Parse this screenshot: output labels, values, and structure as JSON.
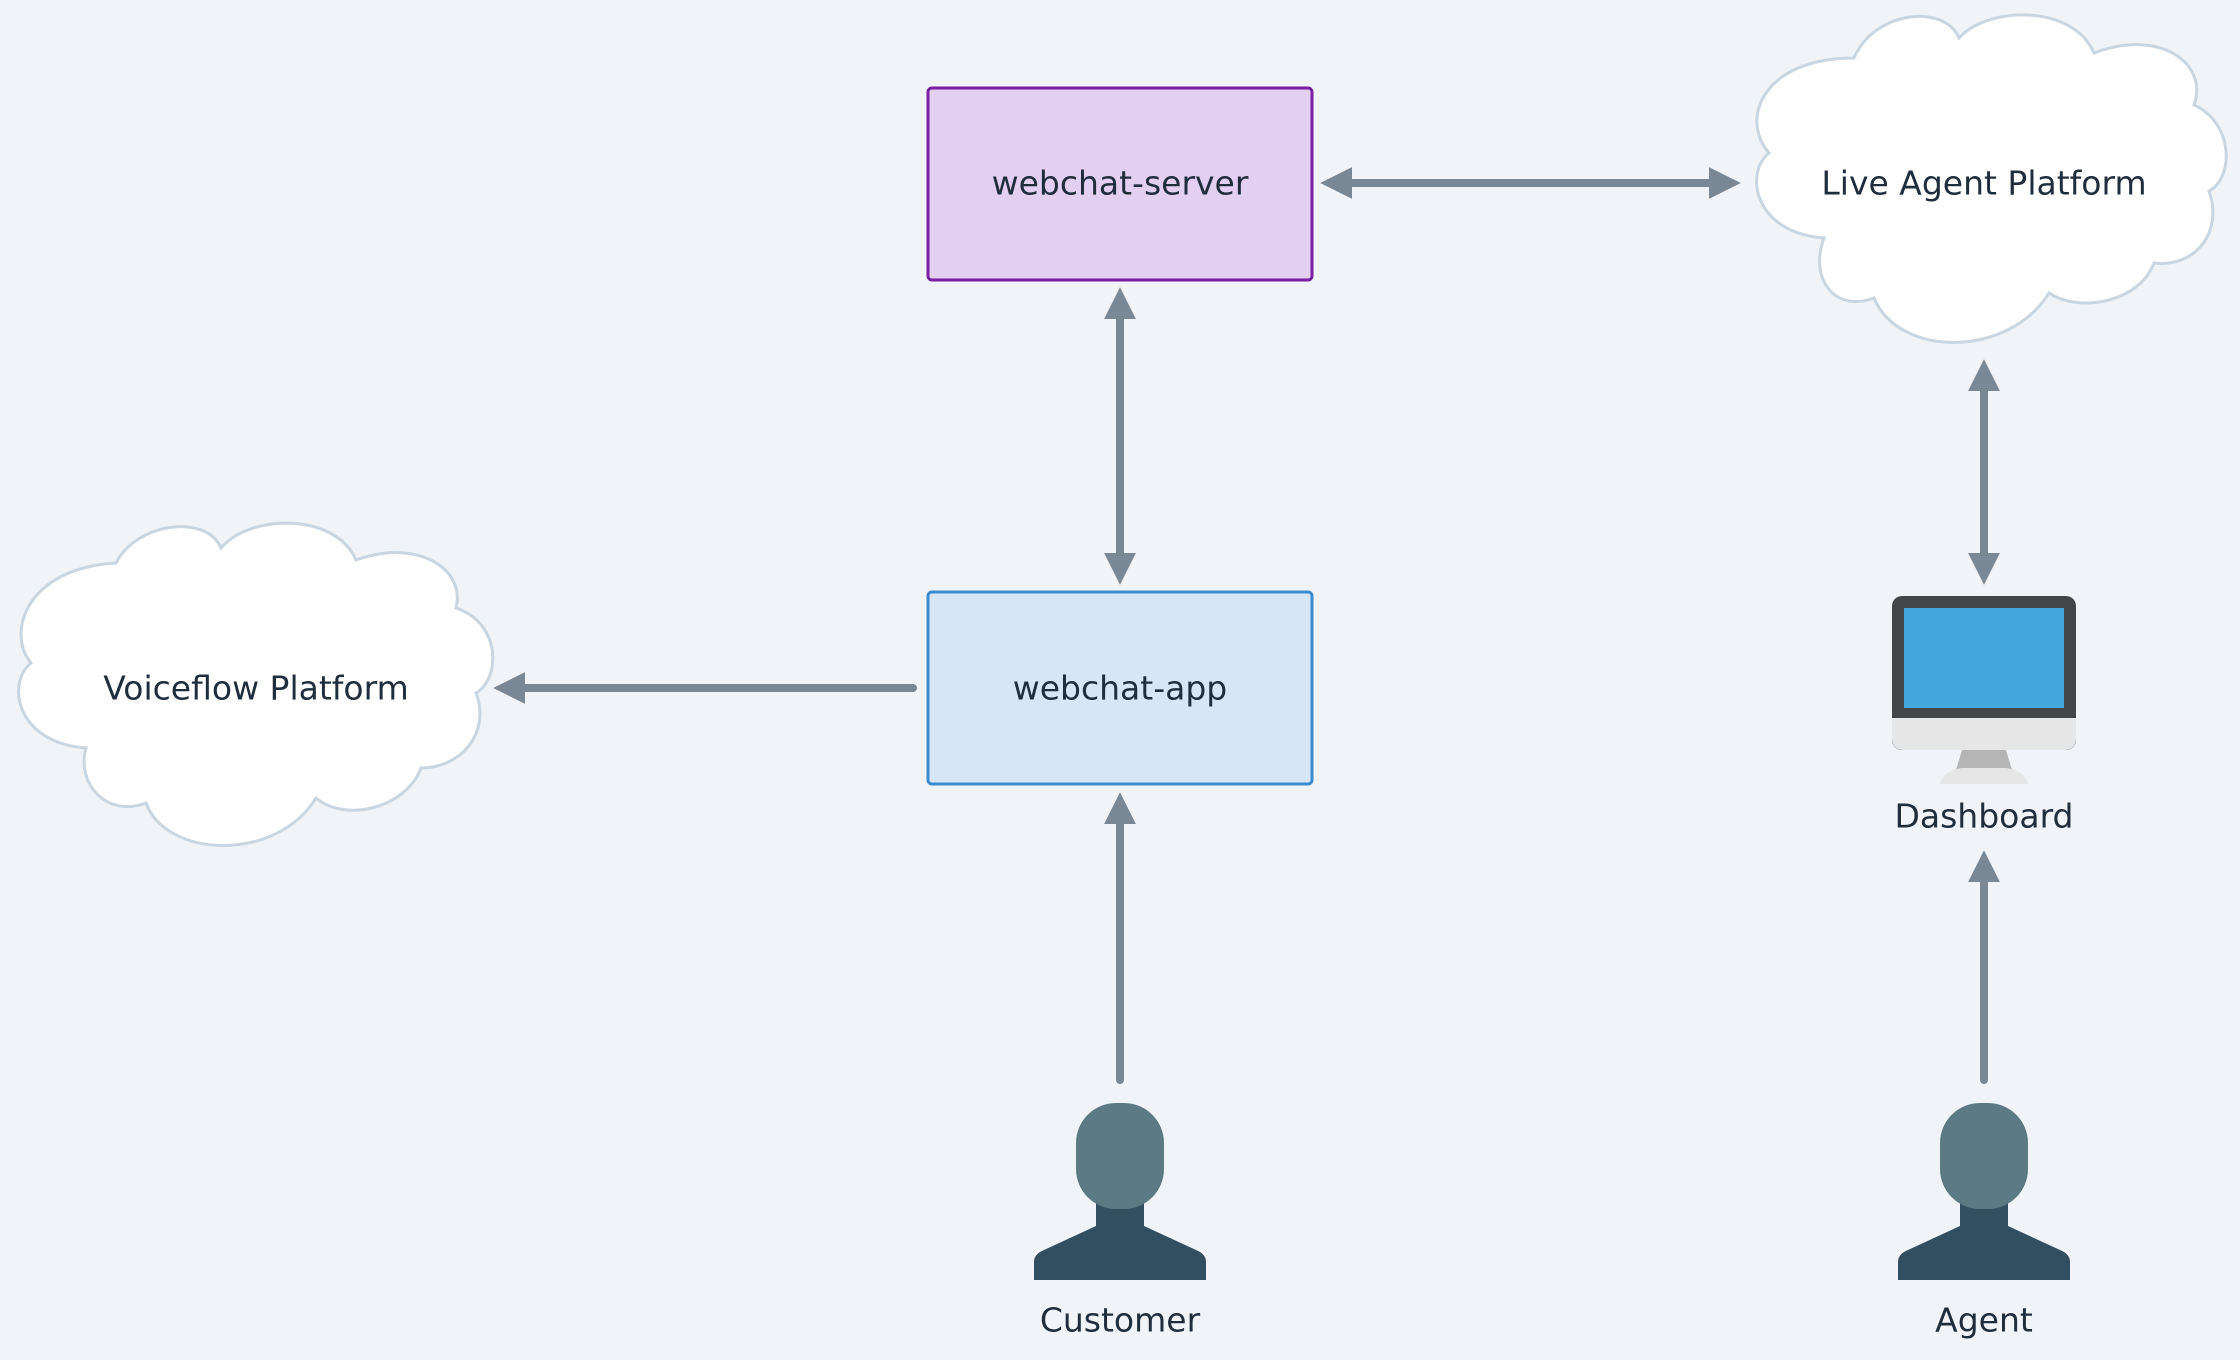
{
  "nodes": {
    "webchat_server": {
      "label": "webchat-server",
      "fill": "#e3cff2",
      "stroke": "#7b1fa2"
    },
    "webchat_app": {
      "label": "webchat-app",
      "fill": "#d6e6f6",
      "stroke": "#3a8bd0"
    },
    "voiceflow_platform": {
      "label": "Voiceflow Platform",
      "shape": "cloud"
    },
    "live_agent_platform": {
      "label": "Live Agent Platform",
      "shape": "cloud"
    },
    "dashboard": {
      "label": "Dashboard",
      "icon": "monitor-icon"
    },
    "customer": {
      "label": "Customer",
      "icon": "person-icon"
    },
    "agent": {
      "label": "Agent",
      "icon": "person-icon"
    }
  },
  "edges": [
    {
      "from": "webchat_server",
      "to": "live_agent_platform",
      "direction": "both"
    },
    {
      "from": "webchat_server",
      "to": "webchat_app",
      "direction": "both"
    },
    {
      "from": "webchat_app",
      "to": "voiceflow_platform",
      "direction": "forward"
    },
    {
      "from": "customer",
      "to": "webchat_app",
      "direction": "forward"
    },
    {
      "from": "dashboard",
      "to": "live_agent_platform",
      "direction": "both"
    },
    {
      "from": "agent",
      "to": "dashboard",
      "direction": "forward"
    }
  ],
  "colors": {
    "background": "#f0f3f7",
    "connector": "#7a8896",
    "cloud_stroke": "#c9d5e0",
    "person_head": "#5b7a84",
    "person_body": "#314f61",
    "monitor_screen": "#42a7dd",
    "monitor_bezel": "#434547"
  }
}
